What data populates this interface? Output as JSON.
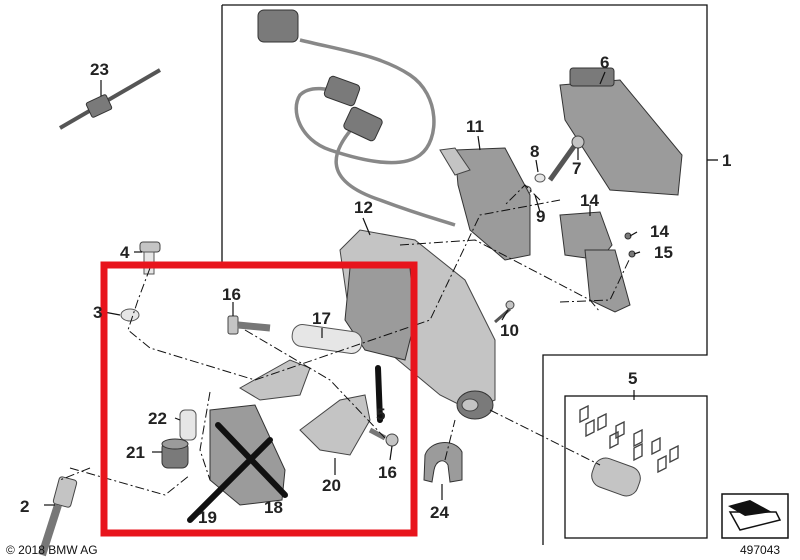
{
  "diagram": {
    "part_labels": [
      "1",
      "2",
      "3",
      "4",
      "5",
      "5",
      "6",
      "7",
      "8",
      "9",
      "10",
      "11",
      "12",
      "13",
      "14",
      "14",
      "15",
      "16",
      "16",
      "17",
      "18",
      "19",
      "20",
      "21",
      "22",
      "23",
      "24"
    ],
    "copyright": "© 2018 BMW AG",
    "diagram_number": "497043",
    "colors": {
      "highlight_box": "#e8141c",
      "cross_mark": "#111111",
      "parts": "#9b9b9b"
    }
  }
}
